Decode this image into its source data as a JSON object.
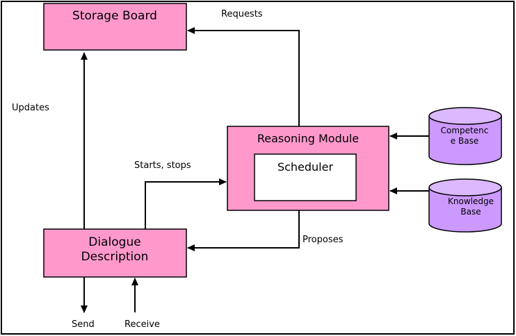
{
  "nodes": {
    "storage_board": "Storage Board",
    "reasoning_module": "Reasoning Module",
    "scheduler": "Scheduler",
    "dialogue_line1": "Dialogue",
    "dialogue_line2": "Description",
    "competence_line1": "Competenc",
    "competence_line2": "e Base",
    "knowledge_line1": "Knowledge",
    "knowledge_line2": "Base"
  },
  "edges": {
    "requests": "Requests",
    "updates": "Updates",
    "starts_stops": "Starts, stops",
    "proposes": "Proposes",
    "send": "Send",
    "receive": "Receive"
  },
  "colors": {
    "box_fill": "#ff99cc",
    "box_stroke": "#000000",
    "cylinder_fill": "#cc99ff",
    "cylinder_top": "#dcb8ff"
  }
}
